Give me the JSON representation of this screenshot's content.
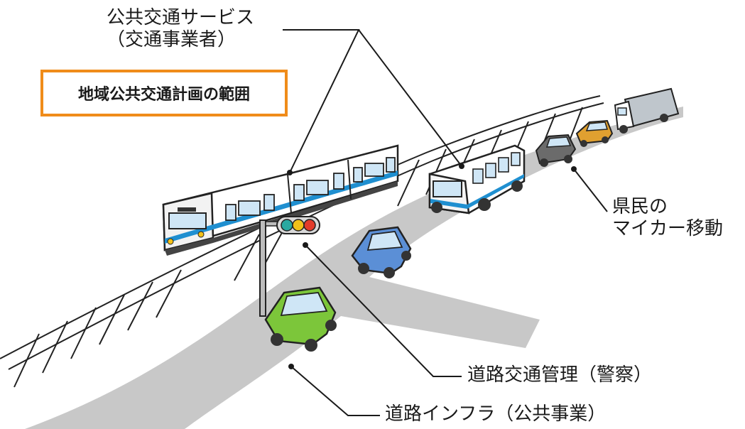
{
  "scope_box": {
    "label": "地域公共交通計画の範囲",
    "border_color": "#f08c1a"
  },
  "labels": {
    "public_transport_line1": "公共交通サービス",
    "public_transport_line2": "（交通事業者）",
    "car_line1": "県民の",
    "car_line2": "マイカー移動",
    "traffic_management": "道路交通管理（警察）",
    "road_infra": "道路インフラ（公共事業）"
  },
  "colors": {
    "road": "#c8c8c8",
    "train_stripe": "#1f8fd0",
    "bus_stripe": "#1f8fd0",
    "car_green": "#7cc63a",
    "car_blue": "#5b8fd6",
    "car_gray": "#6b6b6b",
    "car_orange": "#e0a030",
    "signal_green": "#2aa9a1",
    "signal_yellow": "#f2c018",
    "signal_red": "#e23b2b"
  }
}
